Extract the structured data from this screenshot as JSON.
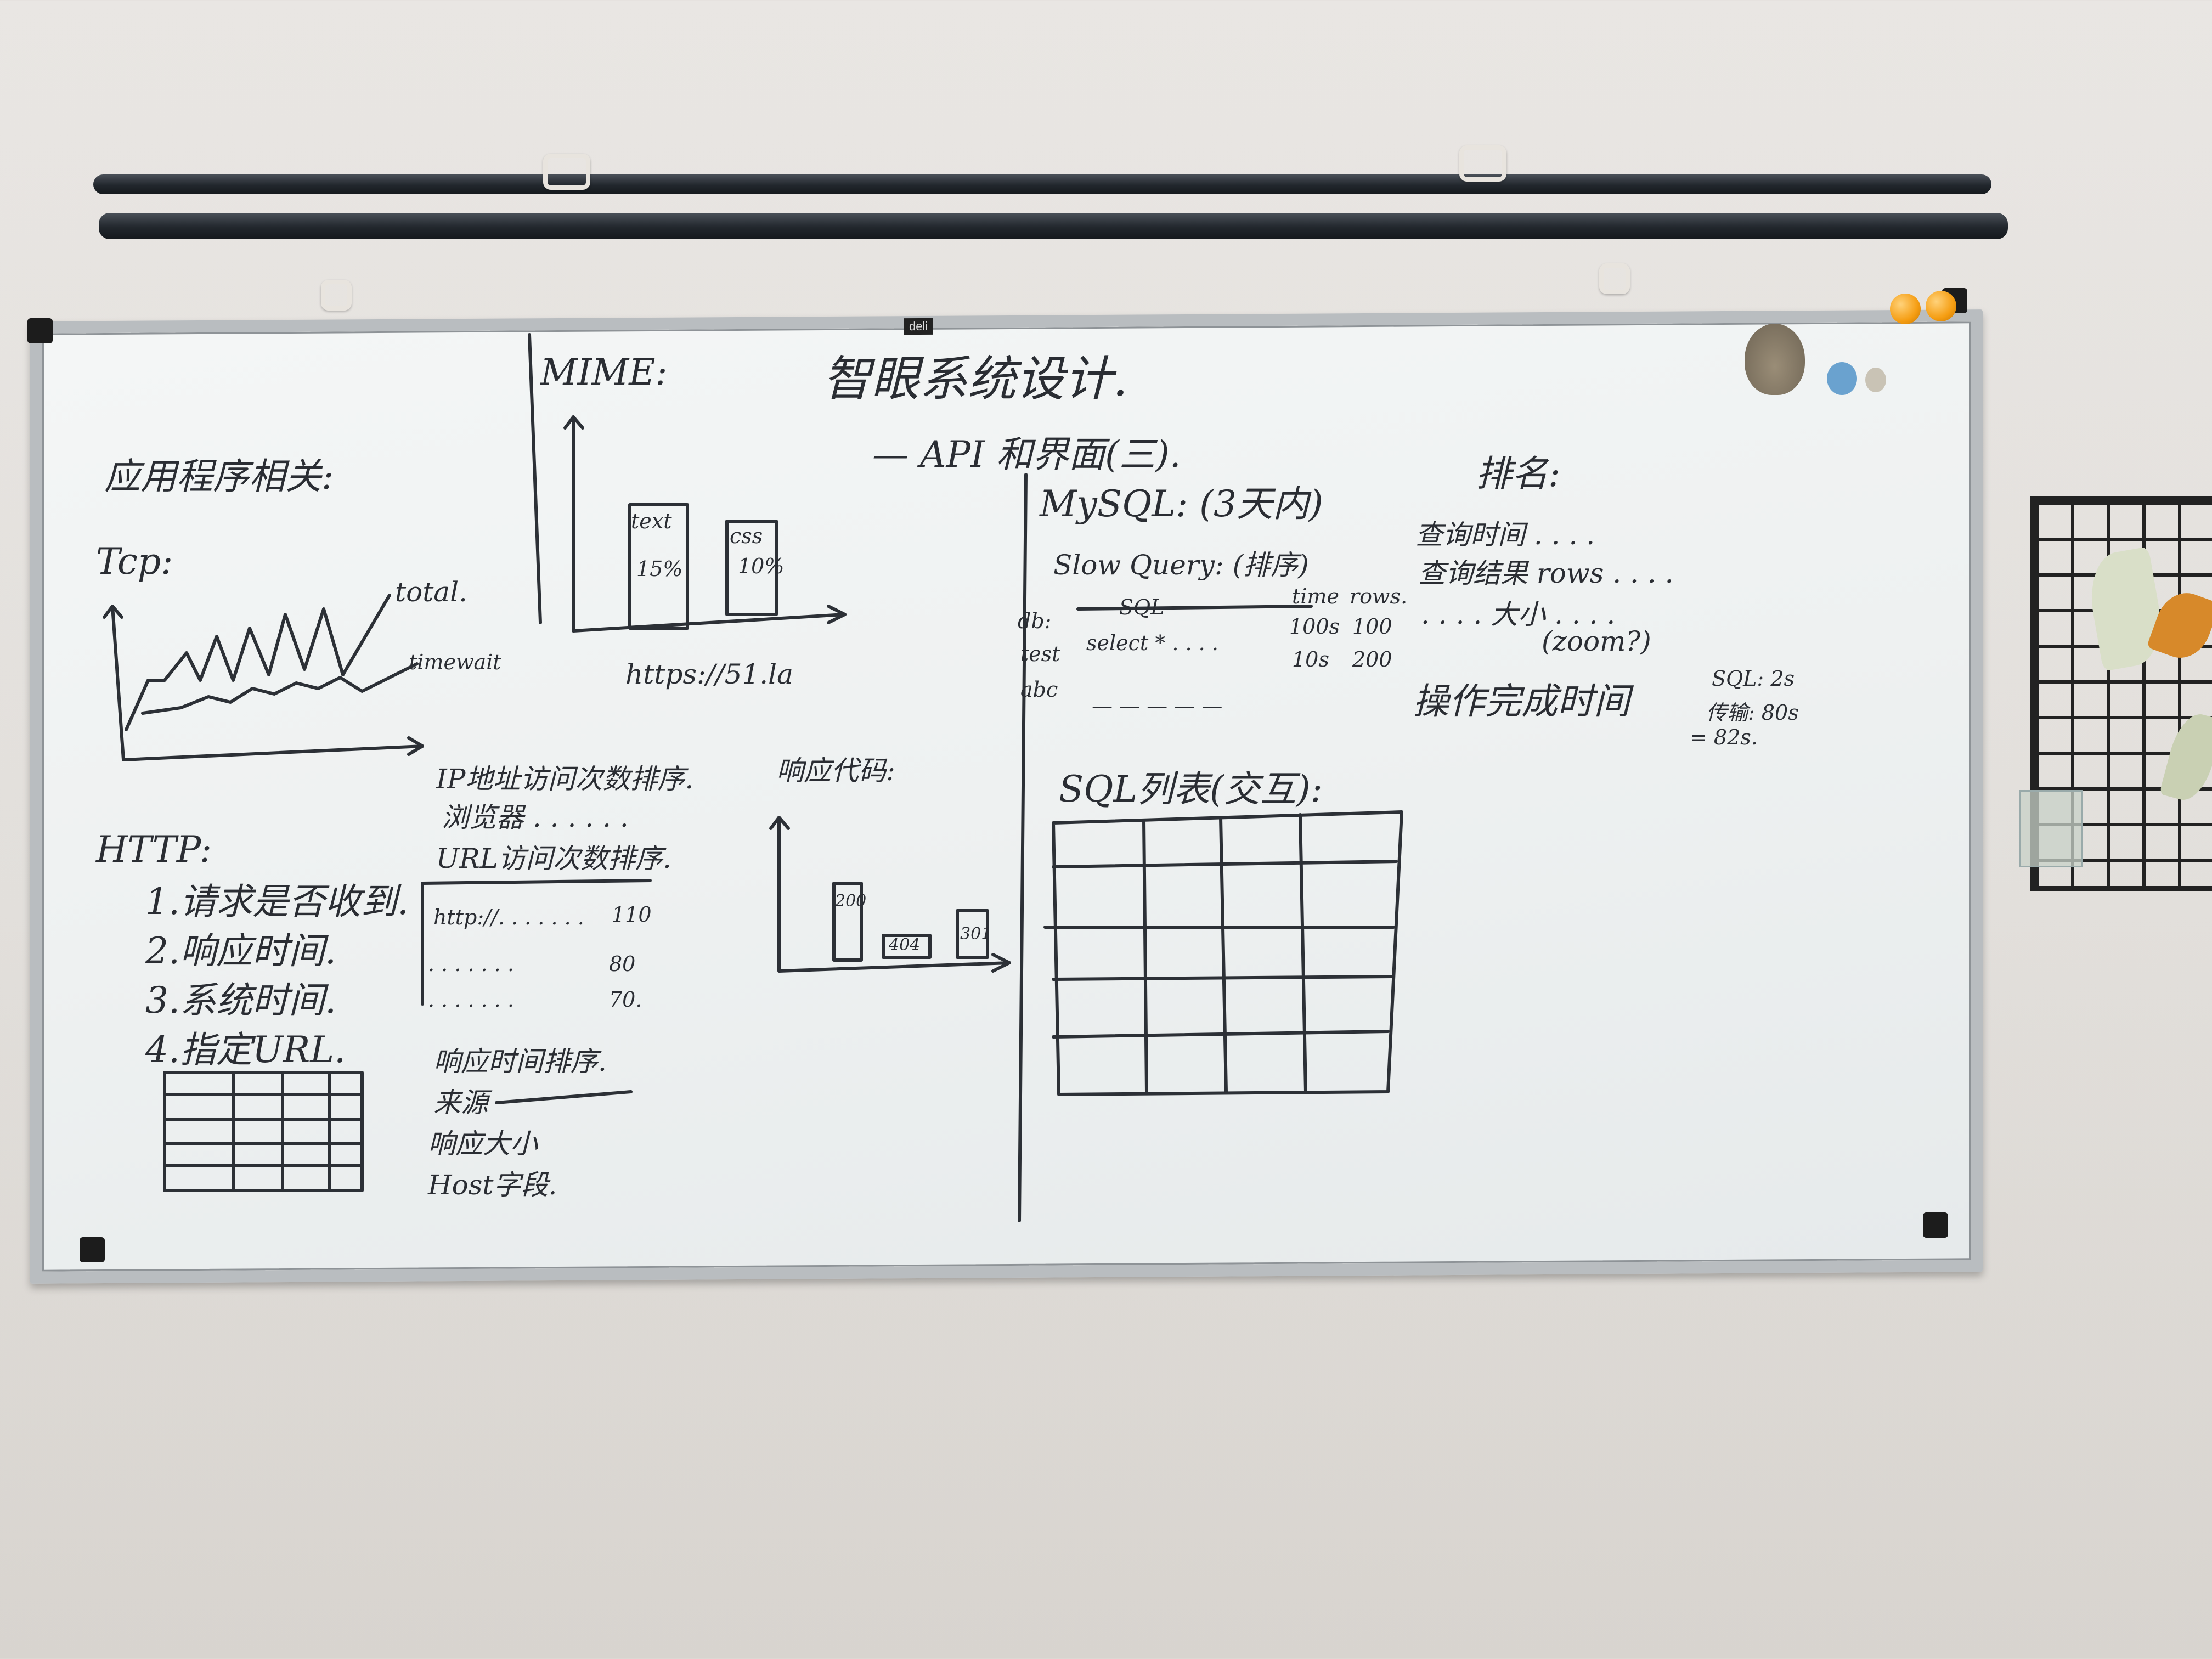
{
  "board": {
    "brand": "deli",
    "title": "智眼系统设计.",
    "subtitle": "— API 和界面(三).",
    "left": {
      "section_title": "应用程序相关:",
      "tcp_label": "Tcp:",
      "total_label": "total.",
      "timewait_label": "timewait",
      "http_label": "HTTP:",
      "http_items": [
        "1.请求是否收到.",
        "2.响应时间.",
        "3.系统时间.",
        "4.指定URL."
      ]
    },
    "middle": {
      "mime_label": "MIME:",
      "bar_text": "text",
      "bar_text_sub": "15%",
      "bar_css": "css",
      "bar_css_sub": "10%",
      "url_note": "https://51.la",
      "ip_sort": "IP地址访问次数排序.",
      "browser": "浏览器 . . . . . .",
      "url_sort": "URL访问次数排序.",
      "url_rows": [
        {
          "url": "http://. . . . . . .",
          "count": "110"
        },
        {
          "url": ". . . . . . .",
          "count": "80"
        },
        {
          "url": ". . . . . . .",
          "count": "70."
        }
      ],
      "resp_code": "响应代码:",
      "codes": [
        "200",
        "404",
        "301"
      ],
      "resp_time_sort": "响应时间排序.",
      "source": "来源",
      "resp_size": "响应大小",
      "host": "Host字段."
    },
    "right": {
      "mysql": "MySQL: (3天内)",
      "slow_query": "Slow Query: (排序)",
      "headers": [
        "db:",
        "SQL",
        "time",
        "rows."
      ],
      "rows": [
        {
          "db": "test",
          "sql": "select * . . . .",
          "time": "100s",
          "rows": "100"
        },
        {
          "db": "abc",
          "sql": "— — — — —",
          "time": "10s",
          "rows": "200"
        }
      ],
      "sql_list": "SQL列表(交互):",
      "sort_title": "排名:",
      "sort_items": [
        "查询时间 . . . .",
        "查询结果 rows . . . .",
        ". . . . 大小 . . . ."
      ],
      "zoom": "(zoom?)",
      "op_time": "操作完成时间",
      "op_detail": [
        "SQL: 2s",
        "传输: 80s",
        "= 82s."
      ]
    }
  }
}
